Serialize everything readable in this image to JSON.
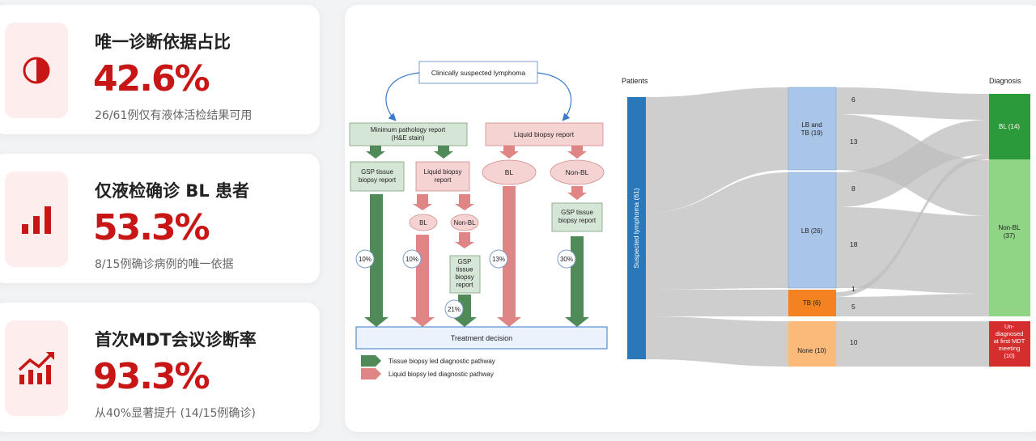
{
  "stats": [
    {
      "title": "唯一诊断依据占比",
      "value": "42.6%",
      "desc": "26/61例仅有液体活检结果可用",
      "icon": "half-circle-icon"
    },
    {
      "title": "仅液检确诊 BL 患者",
      "value": "53.3%",
      "desc": "8/15例确诊病例的唯一依据",
      "icon": "bar-chart-icon"
    },
    {
      "title": "首次MDT会议诊断率",
      "value": "93.3%",
      "desc": "从40%显著提升 (14/15例确诊)",
      "icon": "trend-up-icon"
    }
  ],
  "colors": {
    "accent": "#c81515",
    "tissue": "#4f8a58",
    "liquid": "#e08585",
    "lb_blue": "#a9c6e8",
    "patients_bar": "#2a78b9",
    "bl_green": "#2b9a3a",
    "nonbl_green": "#8fd585",
    "undiag_red": "#d42e2e",
    "tb_orange": "#f58220",
    "none_orange": "#fbb97a"
  },
  "flowchart": {
    "top": "Clinically suspected lymphoma",
    "min_path": "Minimum pathology report\n(H&E stain)",
    "liquid": "Liquid biopsy report",
    "gsp1": "GSP tissue\nbiopsy report",
    "lb_report": "Liquid biopsy\nreport",
    "bl_small": "BL",
    "nonbl_small": "Non-BL",
    "gsp2": "GSP\ntissue\nbiopsy\nreport",
    "bl_oval": "BL",
    "nonbl_oval": "Non-BL",
    "gsp3": "GSP tissue\nbiopsy report",
    "pct1": "10%",
    "pct2": "10%",
    "pct3": "21%",
    "pct4": "13%",
    "pct5": "30%",
    "treatment": "Treatment decision",
    "legend_tissue": "Tissue biopsy led diagnostic pathway",
    "legend_liquid": "Liquid biopsy led diagnostic pathway"
  },
  "sankey": {
    "left_header": "Patients",
    "right_header": "Diagnosis",
    "source": "Suspected lymphoma (61)",
    "mid_nodes": [
      {
        "label": "LB and\nTB (19)"
      },
      {
        "label": "LB (26)"
      },
      {
        "label": "TB (6)"
      },
      {
        "label": "None (10)"
      }
    ],
    "flows": [
      {
        "value": "6"
      },
      {
        "value": "13"
      },
      {
        "value": "8"
      },
      {
        "value": "18"
      },
      {
        "value": "1"
      },
      {
        "value": "5"
      },
      {
        "value": "10"
      }
    ],
    "right_nodes": [
      {
        "label": "BL (14)"
      },
      {
        "label": "Non-BL\n(37)"
      },
      {
        "label": "Un-\ndiagnosed\nat first MDT\nmeeting\n(10)"
      }
    ]
  }
}
